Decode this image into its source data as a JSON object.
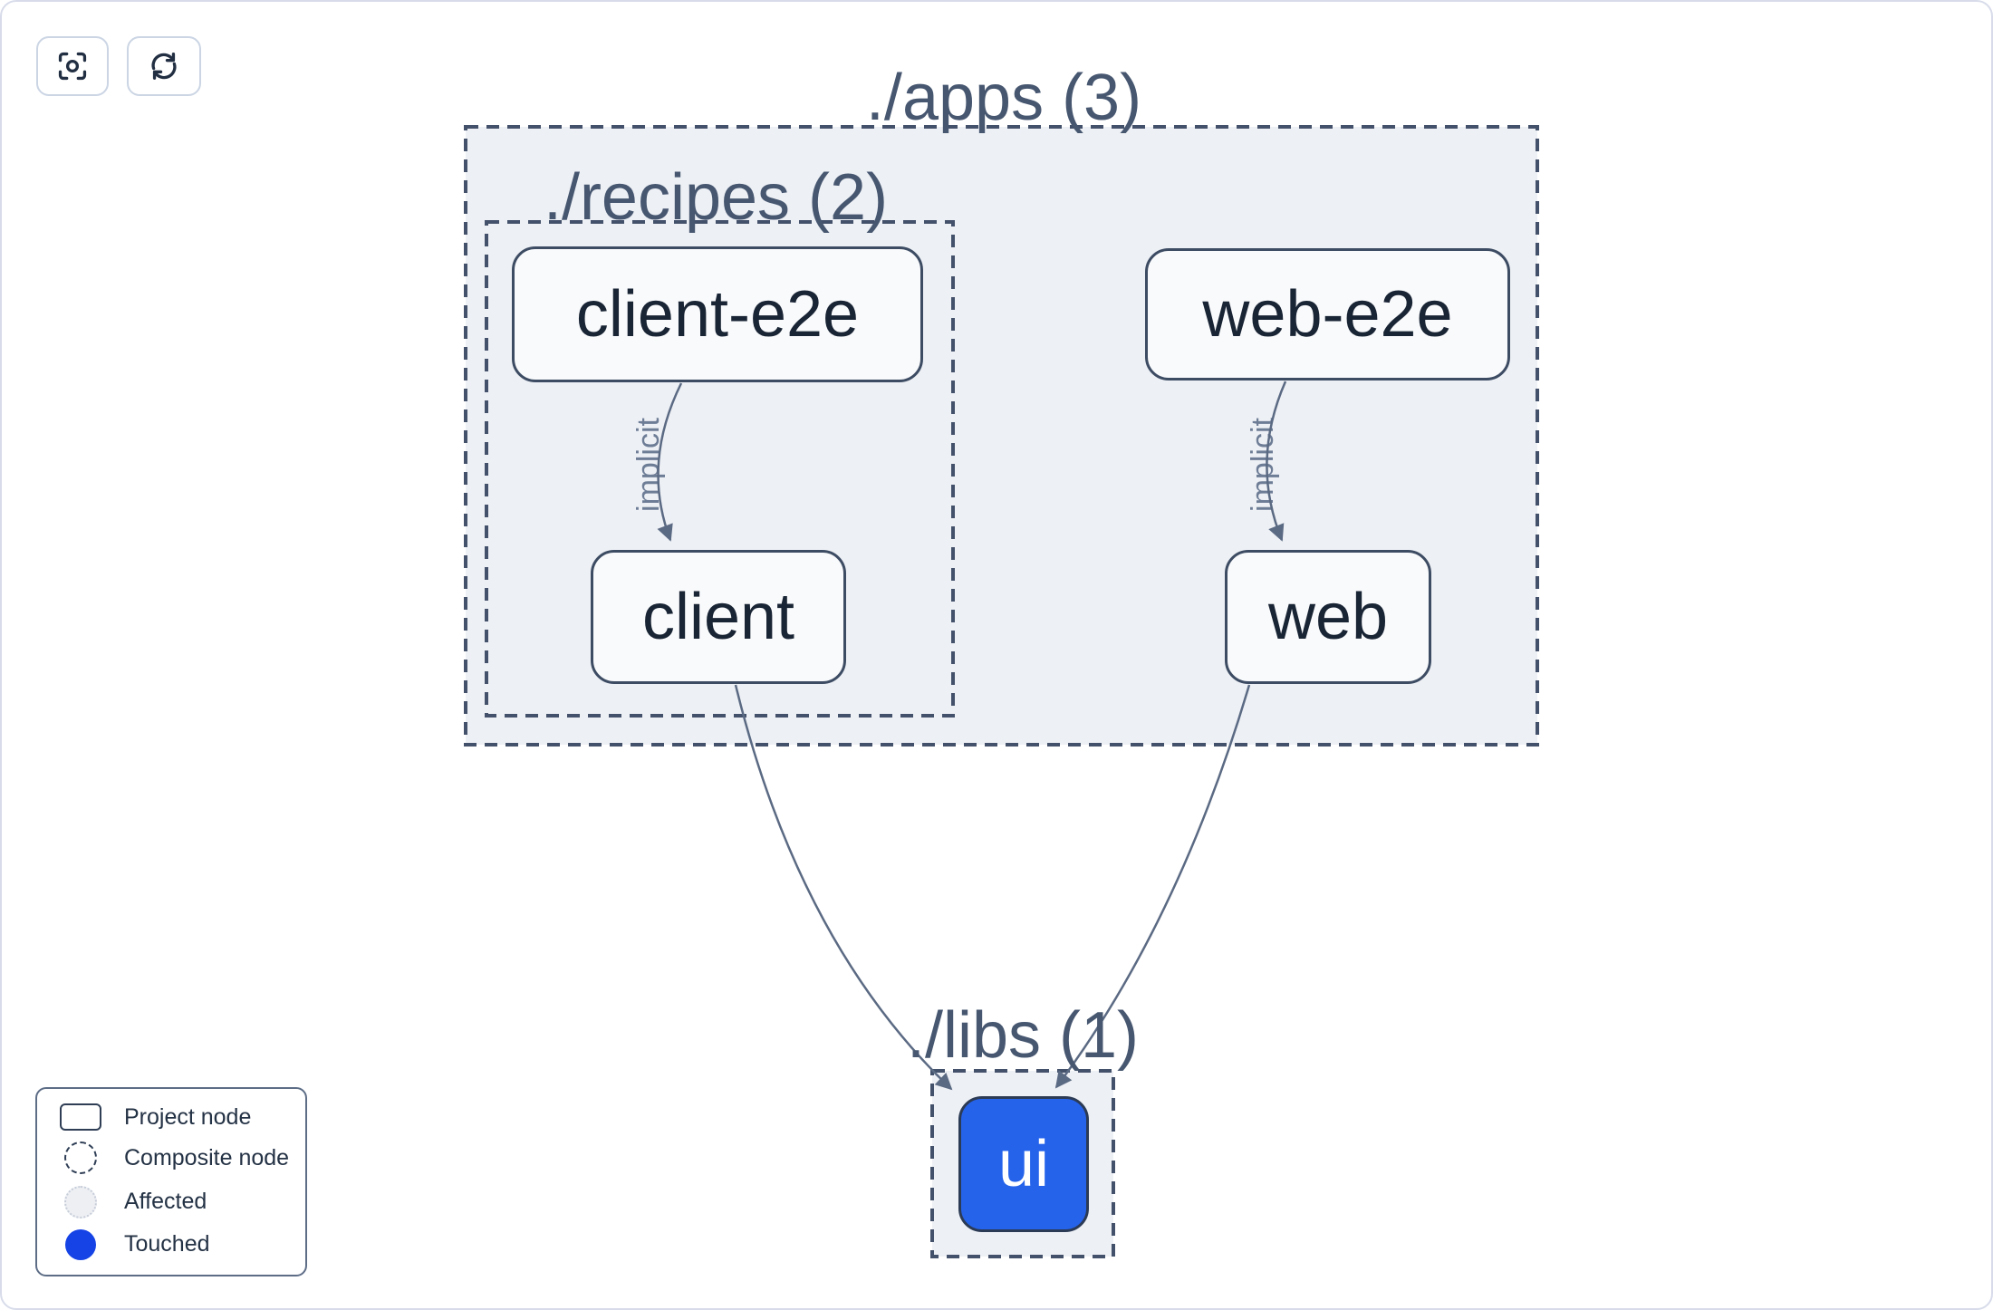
{
  "toolbar": {
    "buttons": [
      {
        "icon": "focus-icon",
        "title": "Reset focus"
      },
      {
        "icon": "refresh-icon",
        "title": "Refresh graph"
      }
    ]
  },
  "graph": {
    "groups": [
      {
        "id": "apps",
        "label": "./apps (3)"
      },
      {
        "id": "recipes",
        "label": "./recipes (2)"
      },
      {
        "id": "libs",
        "label": "./libs (1)"
      }
    ],
    "nodes": [
      {
        "id": "client-e2e",
        "label": "client-e2e",
        "state": "default"
      },
      {
        "id": "web-e2e",
        "label": "web-e2e",
        "state": "default"
      },
      {
        "id": "client",
        "label": "client",
        "state": "default"
      },
      {
        "id": "web",
        "label": "web",
        "state": "default"
      },
      {
        "id": "ui",
        "label": "ui",
        "state": "touched"
      }
    ],
    "edges": [
      {
        "from": "client-e2e",
        "to": "client",
        "label": "implicit"
      },
      {
        "from": "web-e2e",
        "to": "web",
        "label": "implicit"
      },
      {
        "from": "client",
        "to": "ui",
        "label": ""
      },
      {
        "from": "web",
        "to": "ui",
        "label": ""
      }
    ]
  },
  "legend": {
    "items": [
      {
        "icon": "project-node-swatch",
        "label": "Project node"
      },
      {
        "icon": "composite-node-swatch",
        "label": "Composite node"
      },
      {
        "icon": "affected-swatch",
        "label": "Affected"
      },
      {
        "icon": "touched-swatch",
        "label": "Touched"
      }
    ]
  },
  "colors": {
    "touched_blue": "#1543e5",
    "ui_node_blue": "#2563eb",
    "edge": "#5b6a83",
    "container_fill": "#edf0f5",
    "dashed_border": "#44516a",
    "node_border": "#3d4c63",
    "node_text": "#192434",
    "group_label": "#475770",
    "page_border": "#d8dcea"
  }
}
